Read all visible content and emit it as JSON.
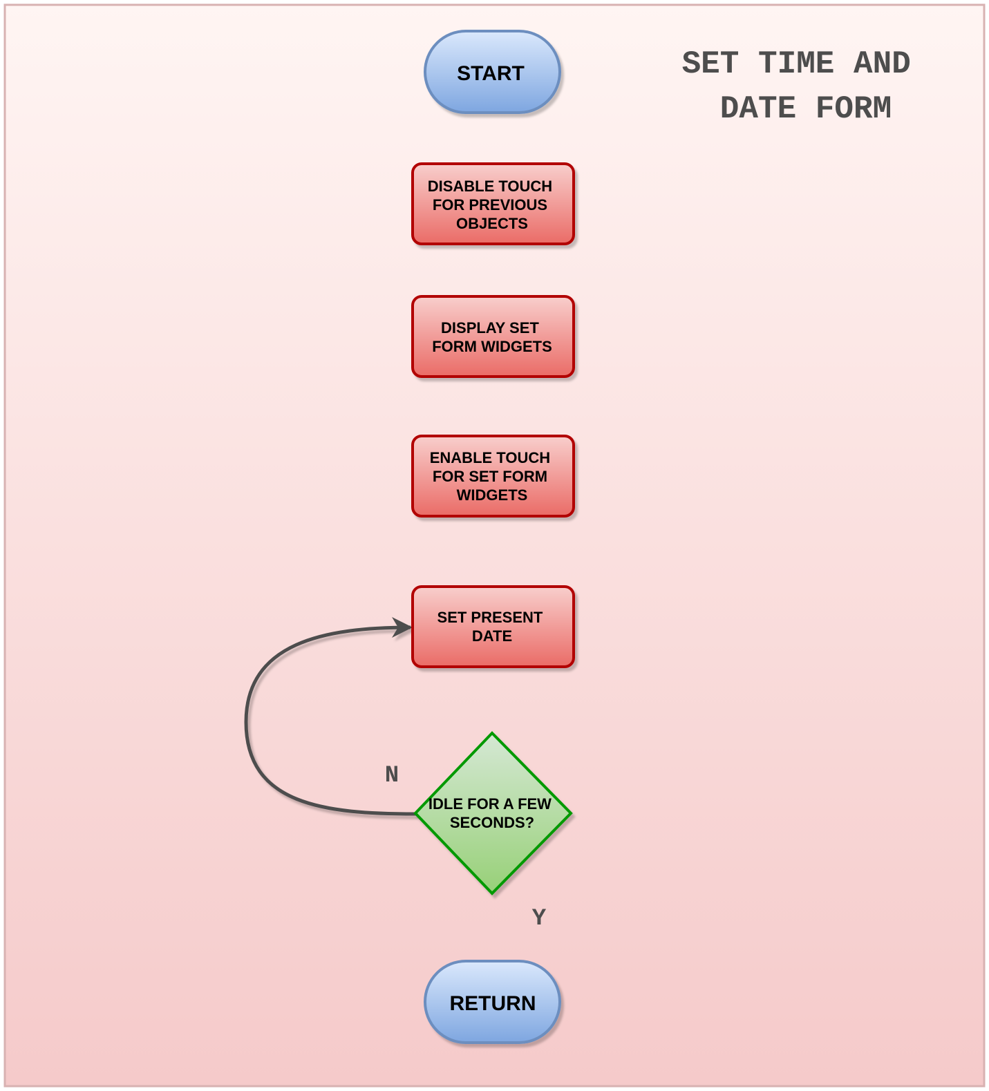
{
  "title": [
    "SET TIME AND",
    "DATE FORM"
  ],
  "nodes": {
    "start": {
      "text": [
        "START"
      ]
    },
    "disable_touch": {
      "text": [
        "DISABLE TOUCH",
        "FOR PREVIOUS",
        "OBJECTS"
      ]
    },
    "display_widgets": {
      "text": [
        "DISPLAY SET",
        "FORM WIDGETS"
      ]
    },
    "enable_touch": {
      "text": [
        "ENABLE TOUCH",
        "FOR SET FORM",
        "WIDGETS"
      ]
    },
    "set_date": {
      "text": [
        "SET PRESENT",
        "DATE"
      ]
    },
    "idle_check": {
      "text": [
        "IDLE FOR A FEW",
        "SECONDS?"
      ]
    },
    "return": {
      "text": [
        "RETURN"
      ]
    }
  },
  "edge_labels": {
    "no": "N",
    "yes": "Y"
  },
  "colors": {
    "terminal_fill_top": "#dae8fc",
    "terminal_fill_bottom": "#7ea6e0",
    "terminal_stroke": "#6c8ebf",
    "process_fill_top": "#f8cecc",
    "process_fill_bottom": "#ea6b66",
    "process_stroke": "#b20000",
    "decision_fill_top": "#d5e8d4",
    "decision_fill_bottom": "#97d077",
    "decision_stroke": "#009900",
    "edge": "#4d4d4d",
    "background_top": "#fff5f3",
    "background_bottom": "#f5caca",
    "frame": "#d8b2b2"
  }
}
